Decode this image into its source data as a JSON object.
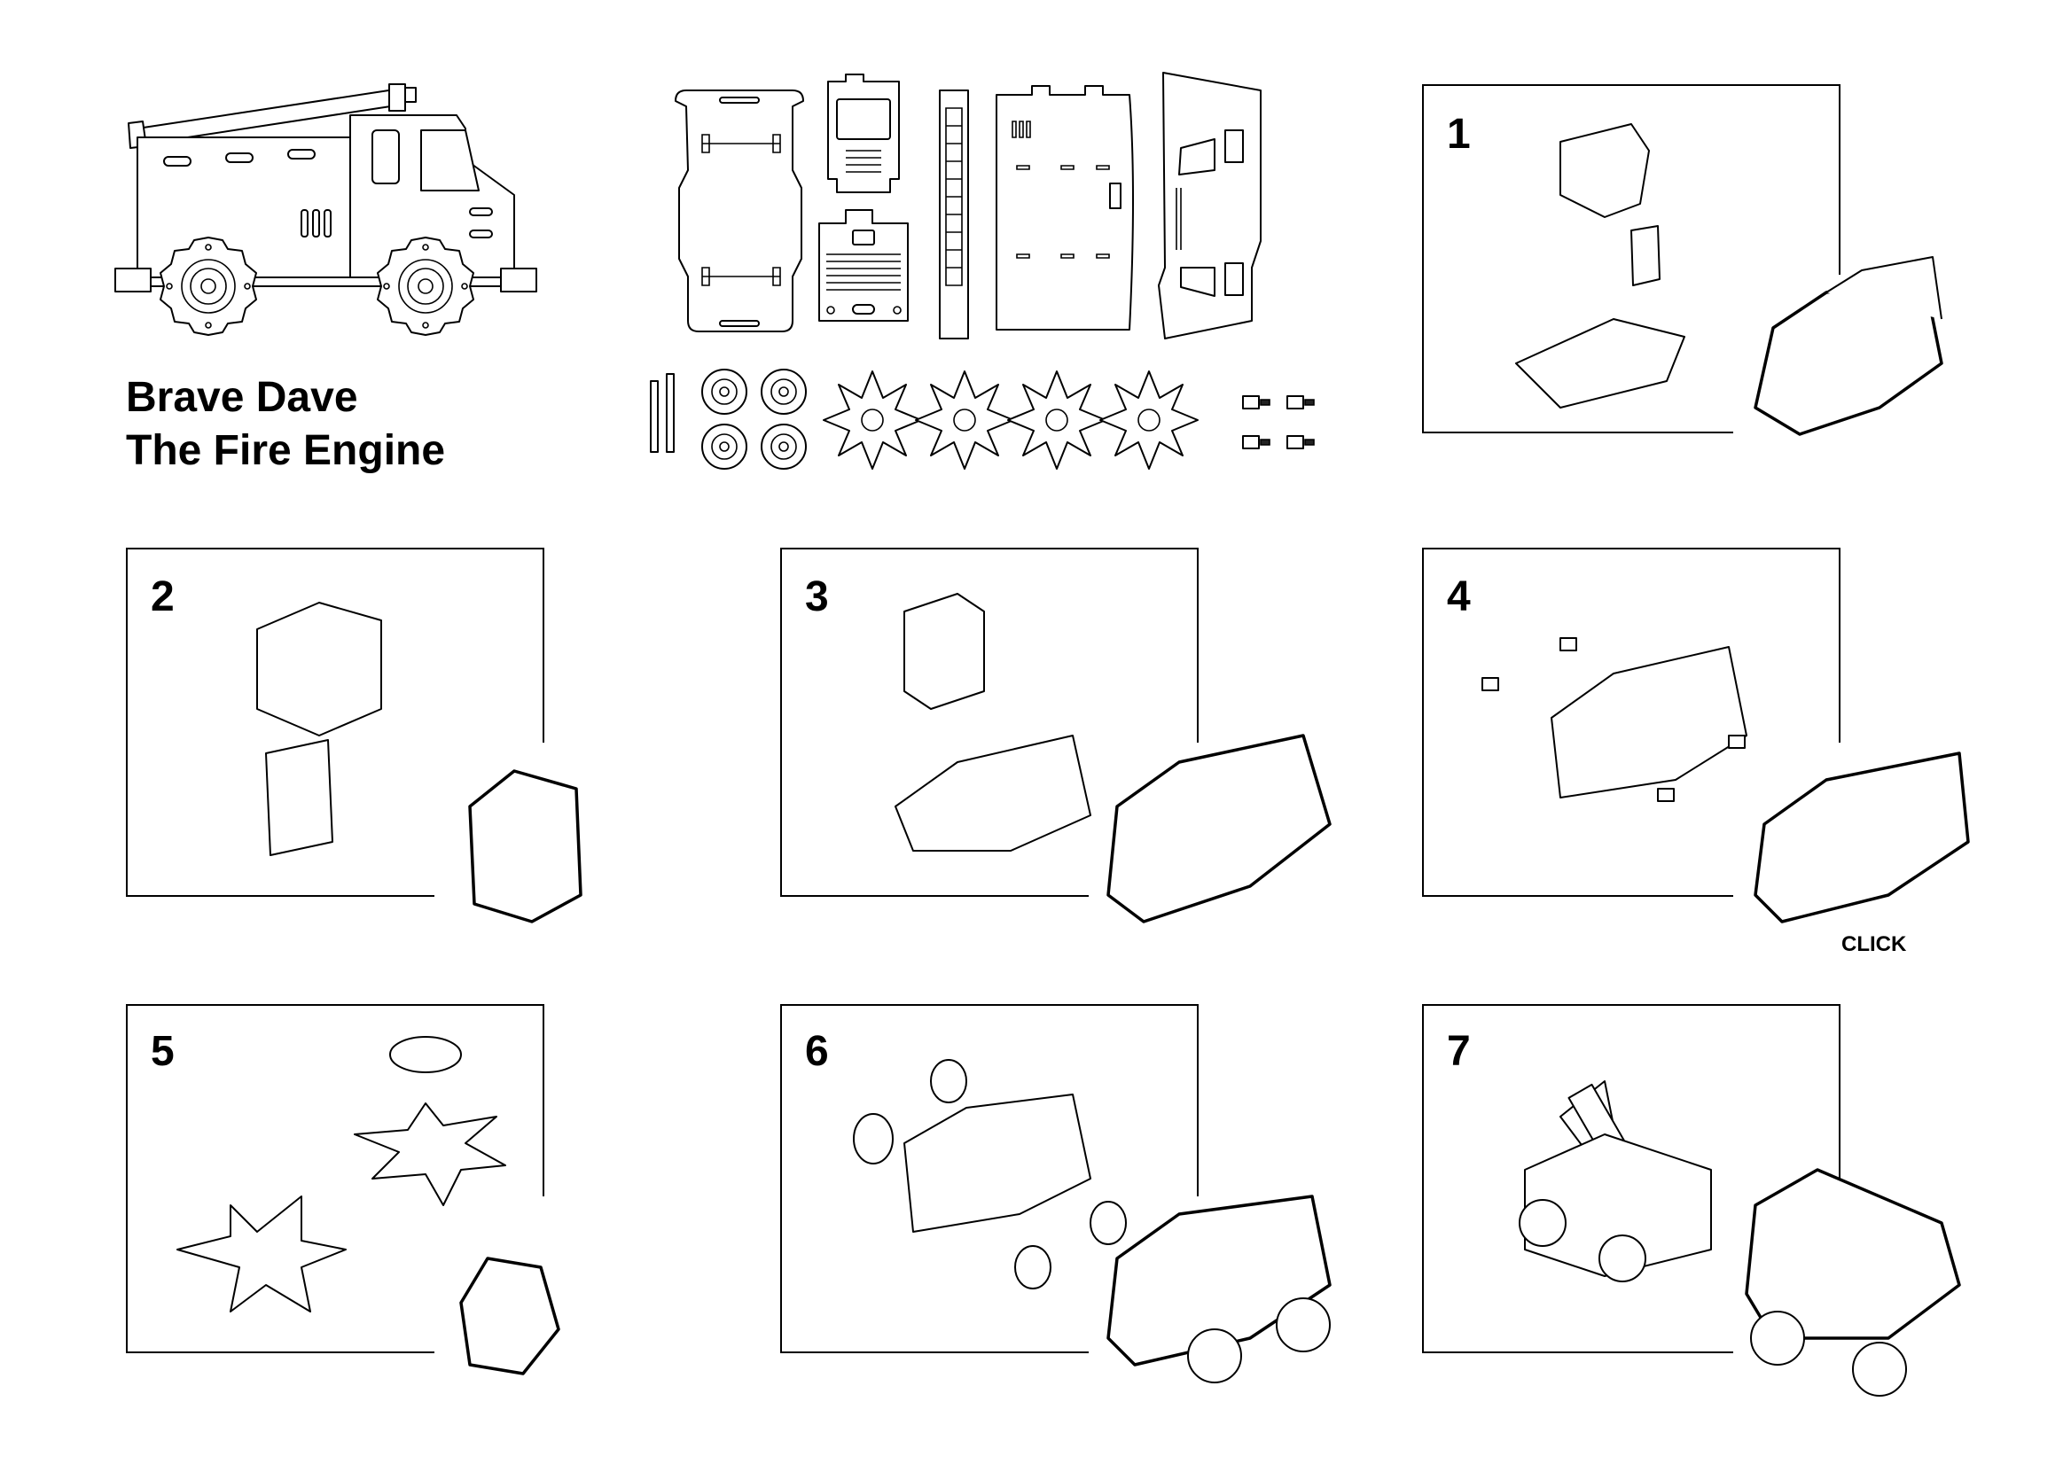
{
  "title": {
    "line1": "Brave Dave",
    "line2": "The Fire Engine"
  },
  "steps": [
    {
      "number": "1"
    },
    {
      "number": "2"
    },
    {
      "number": "3"
    },
    {
      "number": "4",
      "note": "CLICK"
    },
    {
      "number": "5"
    },
    {
      "number": "6"
    },
    {
      "number": "7"
    }
  ],
  "icons": {
    "hero": "fire-engine-side-view-icon",
    "parts": "parts-sheet-icon",
    "assembled": "assembled-truck-icon"
  }
}
